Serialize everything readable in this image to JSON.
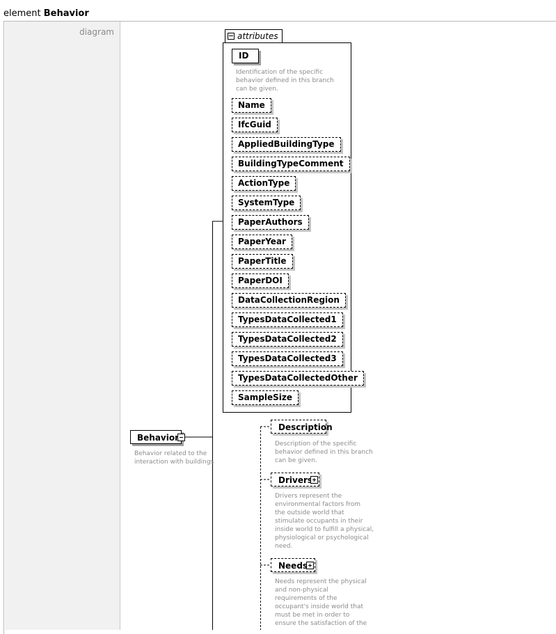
{
  "header": {
    "prefix": "element",
    "name": "Behavior"
  },
  "left_panel": {
    "label": "diagram"
  },
  "root_element": {
    "name": "Behavior",
    "doc": [
      "Behavior related to the",
      "interaction with buildings"
    ]
  },
  "attributes_group": {
    "label": "attributes",
    "items": [
      {
        "name": "ID",
        "required": true,
        "doc": [
          "Identification of the specific",
          "behavior defined in this branch",
          "can be given."
        ]
      },
      {
        "name": "Name"
      },
      {
        "name": "IfcGuid"
      },
      {
        "name": "AppliedBuildingType"
      },
      {
        "name": "BuildingTypeComment"
      },
      {
        "name": "ActionType"
      },
      {
        "name": "SystemType"
      },
      {
        "name": "PaperAuthors"
      },
      {
        "name": "PaperYear"
      },
      {
        "name": "PaperTitle"
      },
      {
        "name": "PaperDOI"
      },
      {
        "name": "DataCollectionRegion"
      },
      {
        "name": "TypesDataCollected1"
      },
      {
        "name": "TypesDataCollected2"
      },
      {
        "name": "TypesDataCollected3"
      },
      {
        "name": "TypesDataCollectedOther"
      },
      {
        "name": "SampleSize"
      }
    ]
  },
  "child_elements": [
    {
      "name": "Description",
      "doc": [
        "Description of the specific",
        "behavior defined in this branch",
        "can be given."
      ]
    },
    {
      "name": "Drivers",
      "doc": [
        "Drivers represent the",
        "environmental factors from",
        "the outside world that",
        "stimulate occupants in their",
        "inside world to fulfill a physical,",
        "physiological or psychological",
        "need."
      ]
    },
    {
      "name": "Needs",
      "doc": [
        "Needs represent the physical",
        "and non-physical",
        "requirements of the",
        "occupant's inside world that",
        "must be met in order to",
        "ensure the satisfaction of the"
      ]
    }
  ],
  "colors": {
    "doc_text": "#8c8c8c",
    "left_panel_bg": "#f1f1f1",
    "border": "#000000"
  }
}
